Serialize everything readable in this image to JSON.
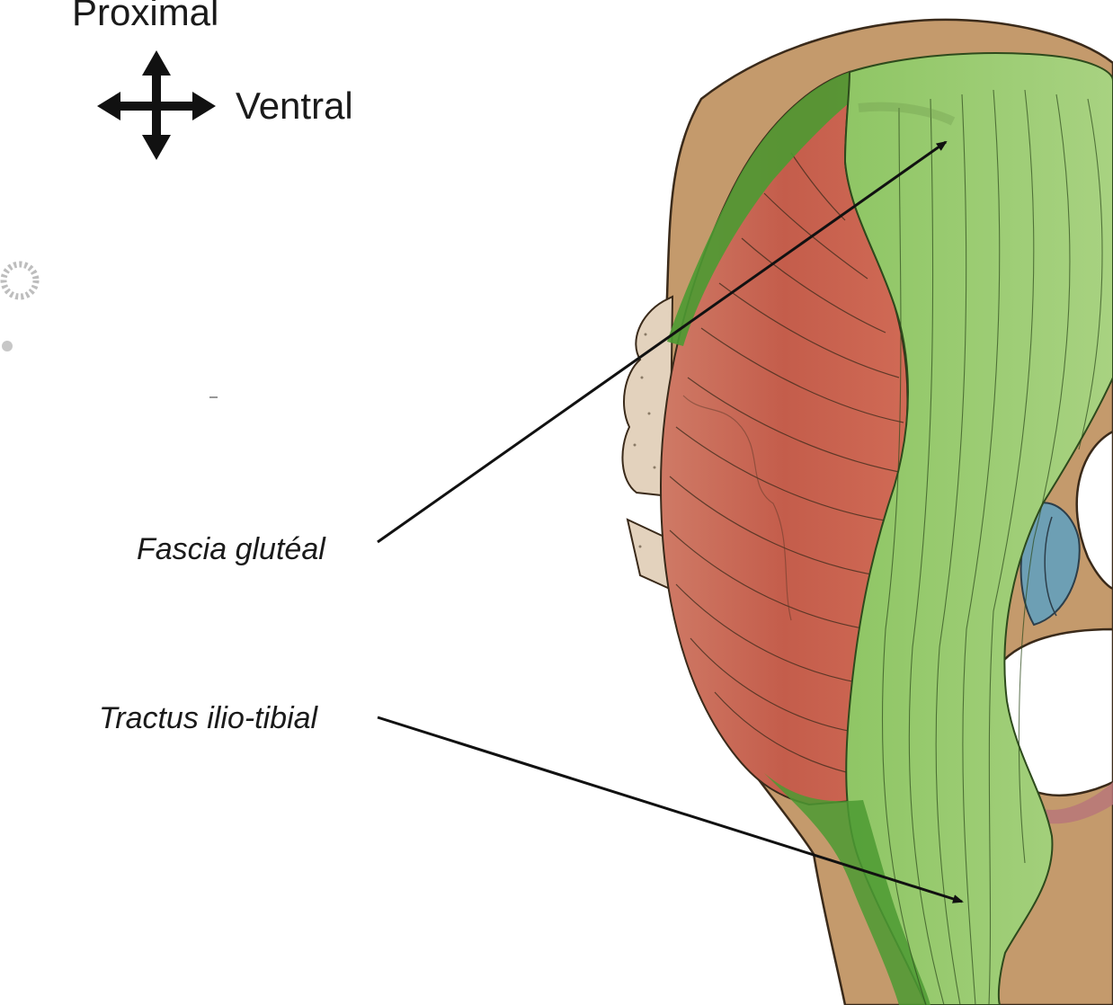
{
  "orientation": {
    "proximal_label": "Proximal",
    "ventral_label": "Ventral",
    "compass_icon": "four-way-arrow-icon"
  },
  "labels": {
    "fascia": "Fascia glutéal",
    "tractus": "Tractus ilio-tibial"
  },
  "colors": {
    "bone": "#c49a6c",
    "muscle": "#c8604e",
    "fascia": "#9cc96e",
    "fascia_dark": "#4c9a32",
    "cartilage": "#6d9fb4",
    "sacrum": "#e3d2bd"
  }
}
